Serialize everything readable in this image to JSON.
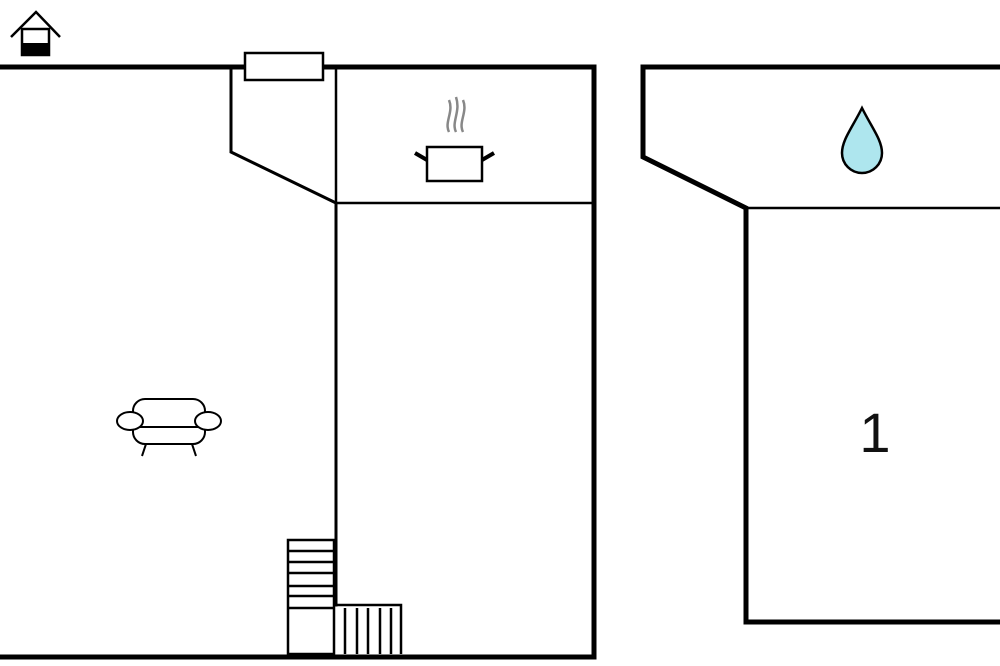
{
  "rooms": [
    {
      "id": "living",
      "icon": "sofa-icon"
    },
    {
      "id": "kitchen",
      "icon": "cooking-pot-icon"
    },
    {
      "id": "bathroom",
      "icon": "water-drop-icon"
    },
    {
      "id": "bedroom",
      "label": "1"
    }
  ],
  "icons": {
    "entrance": "house-entrance-icon",
    "window": "window-icon",
    "stairs": "stairs-icon"
  },
  "colors": {
    "wall": "#000000",
    "water": "#aee6ee",
    "steam": "#888888"
  }
}
